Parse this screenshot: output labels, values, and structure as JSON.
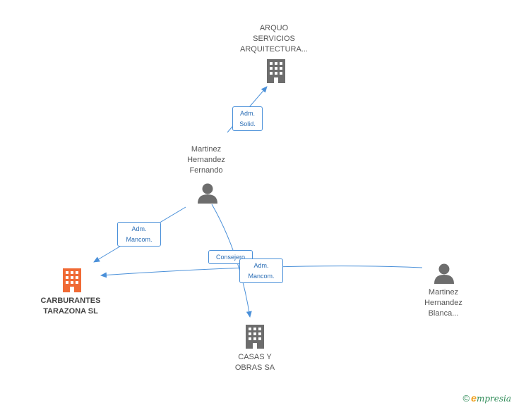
{
  "nodes": {
    "arquo": {
      "label": "ARQUO\nSERVICIOS\nARQUITECTURA...",
      "icon": "building-icon",
      "color": "#6d6d6d"
    },
    "martinez_fernando": {
      "label": "Martinez\nHernandez\nFernando",
      "icon": "person-icon",
      "color": "#6d6d6d"
    },
    "carburantes": {
      "label": "CARBURANTES\nTARAZONA SL",
      "icon": "building-icon",
      "color": "#f06a35"
    },
    "casas_obras": {
      "label": "CASAS Y\nOBRAS SA",
      "icon": "building-icon",
      "color": "#6d6d6d"
    },
    "martinez_blanca": {
      "label": "Martinez\nHernandez\nBlanca...",
      "icon": "person-icon",
      "color": "#6d6d6d"
    }
  },
  "edges": {
    "adm_solid": "Adm.\nSolid.",
    "adm_mancom_left": "Adm.\nMancom.",
    "consejero": "Consejero",
    "adm_mancom_right": "Adm.\nMancom."
  },
  "edge_color": "#4a90d9",
  "brand": {
    "copyright": "©",
    "e": "e",
    "rest": "mpresia"
  }
}
